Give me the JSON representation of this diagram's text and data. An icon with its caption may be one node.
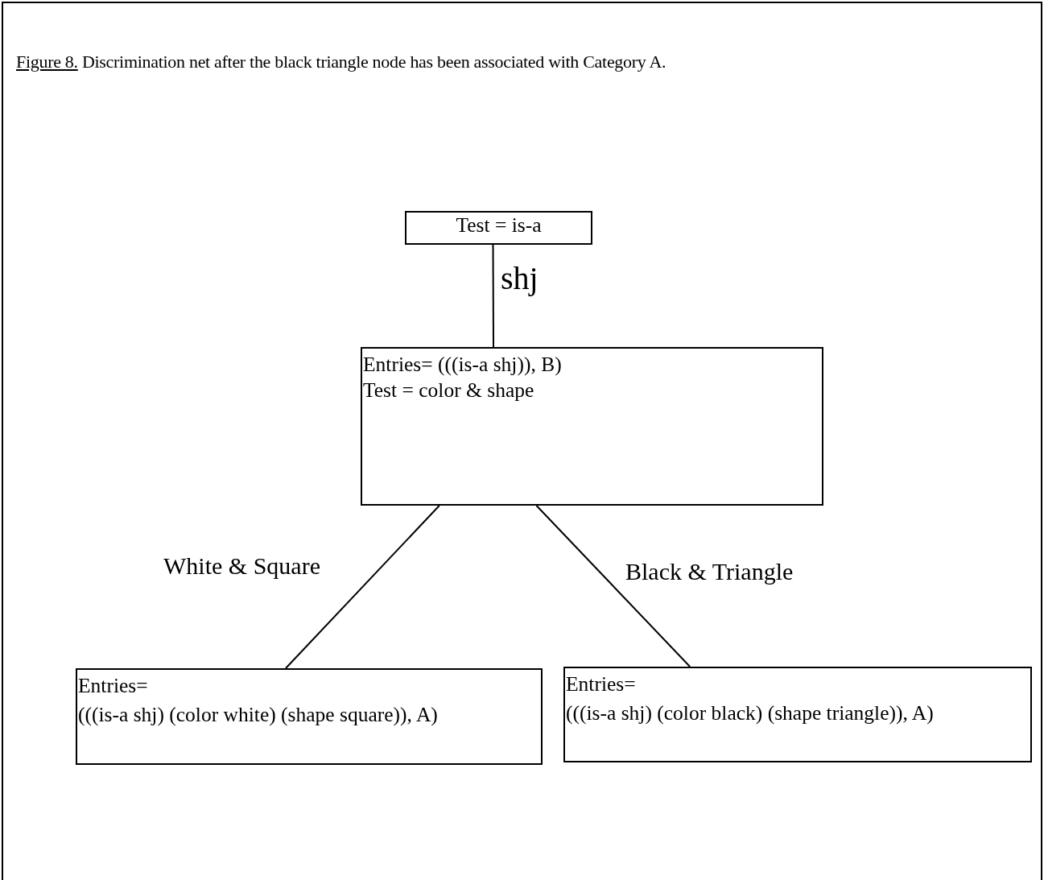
{
  "diagram": {
    "title": "Figure 8.",
    "caption": "Discrimination net after the black triangle node has been associated with Category A.",
    "nodes": [
      {
        "text": [
          "Test = is-a"
        ]
      },
      {
        "text": [
          "Entries= (((is-a shj)), B)",
          "Test = color & shape"
        ]
      },
      {
        "text": [
          "Entries=",
          "(((is-a shj) (color white) (shape square)), A)"
        ]
      },
      {
        "text": [
          "Entries=",
          "(((is-a shj) (color black) (shape triangle)), A)"
        ]
      }
    ],
    "edges": [
      {
        "from": 0,
        "to": 1,
        "arrow": "none",
        "label": "shj"
      },
      {
        "from": 1,
        "to": 2,
        "arrow": "none",
        "label": "White & Square"
      },
      {
        "from": 1,
        "to": 3,
        "arrow": "none",
        "label": "Black & Triangle"
      }
    ]
  }
}
